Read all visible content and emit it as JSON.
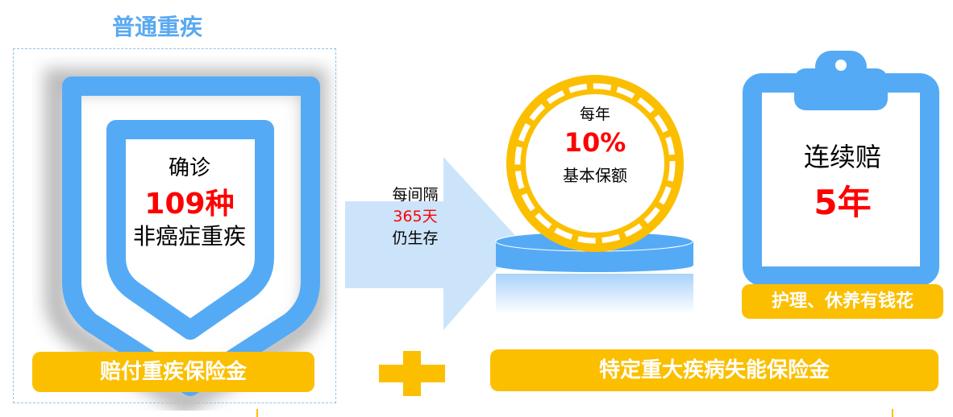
{
  "left_section": {
    "title": "普通重疾",
    "shield": {
      "line1": "确诊",
      "highlight": "109种",
      "line3": "非癌症重疾"
    },
    "bar_label": "赔付重疾保险金"
  },
  "arrow": {
    "line1": "每间隔",
    "highlight": "365天",
    "line3": "仍生存"
  },
  "coin": {
    "line1": "每年",
    "highlight": "10%",
    "line3": "基本保额"
  },
  "clipboard": {
    "line1": "连续赔",
    "highlight": "5年"
  },
  "clipboard_bar": "护理、休养有钱花",
  "right_bar": "特定重大疾病失能保险金",
  "colors": {
    "blue": "#55aaf5",
    "yellow": "#fbbf00",
    "red": "#ff0000",
    "title_blue": "#5aa9f0"
  }
}
